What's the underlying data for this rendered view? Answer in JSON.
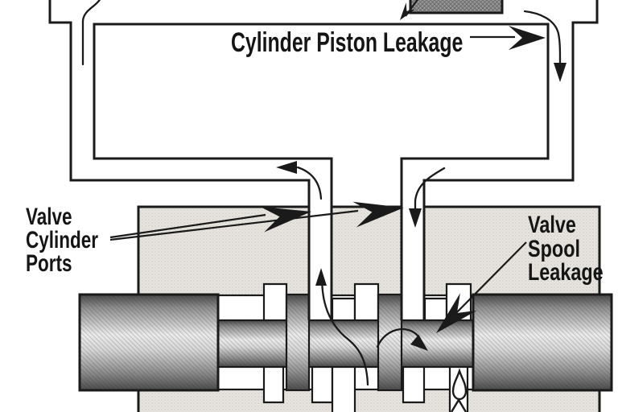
{
  "annotations": {
    "piston_leakage": {
      "text": "Cylinder Piston Leakage"
    },
    "valve_cylinder_ports": {
      "lines": [
        "Valve",
        "Cylinder",
        "Ports"
      ]
    },
    "valve_spool_leakage": {
      "lines": [
        "Valve",
        "Spool",
        "Leakage"
      ]
    }
  },
  "figure": {
    "kind": "hydraulic-cylinder-and-spool-valve-leakage-cross-section",
    "colors": {
      "line": "#1a1a1a",
      "text": "#151515",
      "valve_body_fill": "#e8e5e0",
      "valve_body_stipple": "#b9b4ab",
      "spool_dark": "#474747",
      "spool_light": "#ebebeb",
      "piston_fill": "#9a9a9a",
      "background": "#ffffff"
    },
    "icons": {
      "leak_drop": "droplet-icon",
      "flow_direction": "arrowhead-icon"
    }
  }
}
